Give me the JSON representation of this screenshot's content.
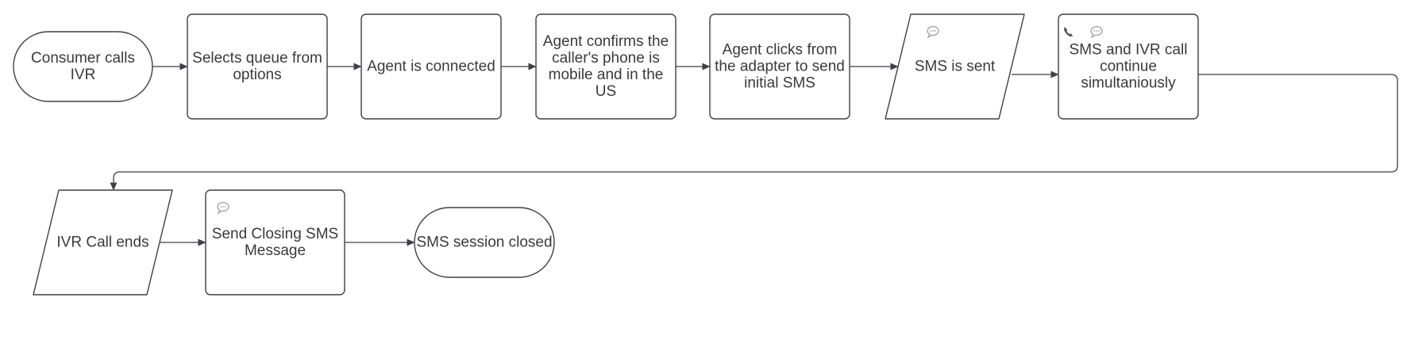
{
  "diagram": {
    "colors": {
      "stroke": "#3f3f46",
      "text": "#3a3a3a",
      "icon": "#9aa0a6",
      "background": "#ffffff"
    },
    "nodes": [
      {
        "id": "consumer-calls-ivr",
        "shape": "terminal",
        "lines": [
          "Consumer calls",
          "IVR"
        ],
        "icons": []
      },
      {
        "id": "selects-queue",
        "shape": "process",
        "lines": [
          "Selects queue from",
          "options"
        ],
        "icons": []
      },
      {
        "id": "agent-connected",
        "shape": "process",
        "lines": [
          "Agent is connected"
        ],
        "icons": []
      },
      {
        "id": "agent-confirms-phone",
        "shape": "process",
        "lines": [
          "Agent confirms the",
          "caller's phone is",
          "mobile and in the",
          "US"
        ],
        "icons": []
      },
      {
        "id": "agent-clicks-adapter",
        "shape": "process",
        "lines": [
          "Agent clicks from",
          "the adapter to send",
          "initial SMS"
        ],
        "icons": []
      },
      {
        "id": "sms-sent",
        "shape": "data",
        "lines": [
          "SMS is sent"
        ],
        "icons": [
          "chat-bubble-icon"
        ]
      },
      {
        "id": "sms-ivr-continue",
        "shape": "process",
        "lines": [
          "SMS and IVR call",
          "continue",
          "simultaniously"
        ],
        "icons": [
          "phone-icon",
          "chat-bubble-icon"
        ]
      },
      {
        "id": "ivr-call-ends",
        "shape": "data",
        "lines": [
          "IVR Call ends"
        ],
        "icons": []
      },
      {
        "id": "send-closing-sms",
        "shape": "process",
        "lines": [
          "Send Closing SMS",
          "Message"
        ],
        "icons": [
          "chat-bubble-icon"
        ]
      },
      {
        "id": "sms-session-closed",
        "shape": "terminal",
        "lines": [
          "SMS session closed"
        ],
        "icons": []
      }
    ],
    "edges": [
      {
        "from": "consumer-calls-ivr",
        "to": "selects-queue"
      },
      {
        "from": "selects-queue",
        "to": "agent-connected"
      },
      {
        "from": "agent-connected",
        "to": "agent-confirms-phone"
      },
      {
        "from": "agent-confirms-phone",
        "to": "agent-clicks-adapter"
      },
      {
        "from": "agent-clicks-adapter",
        "to": "sms-sent"
      },
      {
        "from": "sms-sent",
        "to": "sms-ivr-continue"
      },
      {
        "from": "sms-ivr-continue",
        "to": "ivr-call-ends"
      },
      {
        "from": "ivr-call-ends",
        "to": "send-closing-sms"
      },
      {
        "from": "send-closing-sms",
        "to": "sms-session-closed"
      }
    ]
  }
}
